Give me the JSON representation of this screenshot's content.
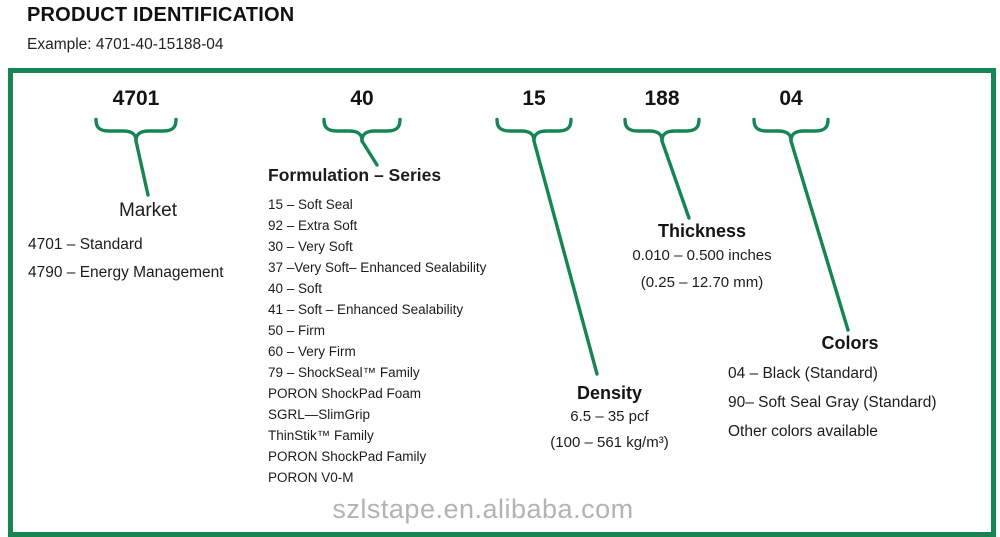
{
  "page": {
    "title": "PRODUCT IDENTIFICATION",
    "example": "Example: 4701-40-15188-04"
  },
  "code_segments": [
    "4701",
    "40",
    "15",
    "188",
    "04"
  ],
  "sections": {
    "market": {
      "title": "Market",
      "items": [
        "4701 – Standard",
        "4790 – Energy Management"
      ]
    },
    "formulation": {
      "title": "Formulation – Series",
      "items": [
        "15 – Soft Seal",
        "92 – Extra Soft",
        "30 – Very Soft",
        "37 –Very Soft– Enhanced Sealability",
        "40 – Soft",
        "41 – Soft – Enhanced Sealability",
        "50 – Firm",
        "60 – Very Firm",
        "79 – ShockSeal™ Family",
        "PORON ShockPad Foam",
        "SGRL—SlimGrip",
        "ThinStik™ Family",
        "PORON ShockPad Family",
        "PORON V0-M"
      ]
    },
    "density": {
      "title": "Density",
      "line1": "6.5 – 35 pcf",
      "line2": "(100 – 561 kg/m³)"
    },
    "thickness": {
      "title": "Thickness",
      "line1": "0.010 – 0.500 inches",
      "line2": "(0.25 – 12.70 mm)"
    },
    "colors": {
      "title": "Colors",
      "items": [
        "04 – Black (Standard)",
        "90– Soft Seal Gray (Standard)",
        "Other colors available"
      ]
    }
  },
  "watermark": "szlstape.en.alibaba.com",
  "theme": {
    "accent_green": "#168552",
    "watermark_gray": "#b3b3b3"
  }
}
